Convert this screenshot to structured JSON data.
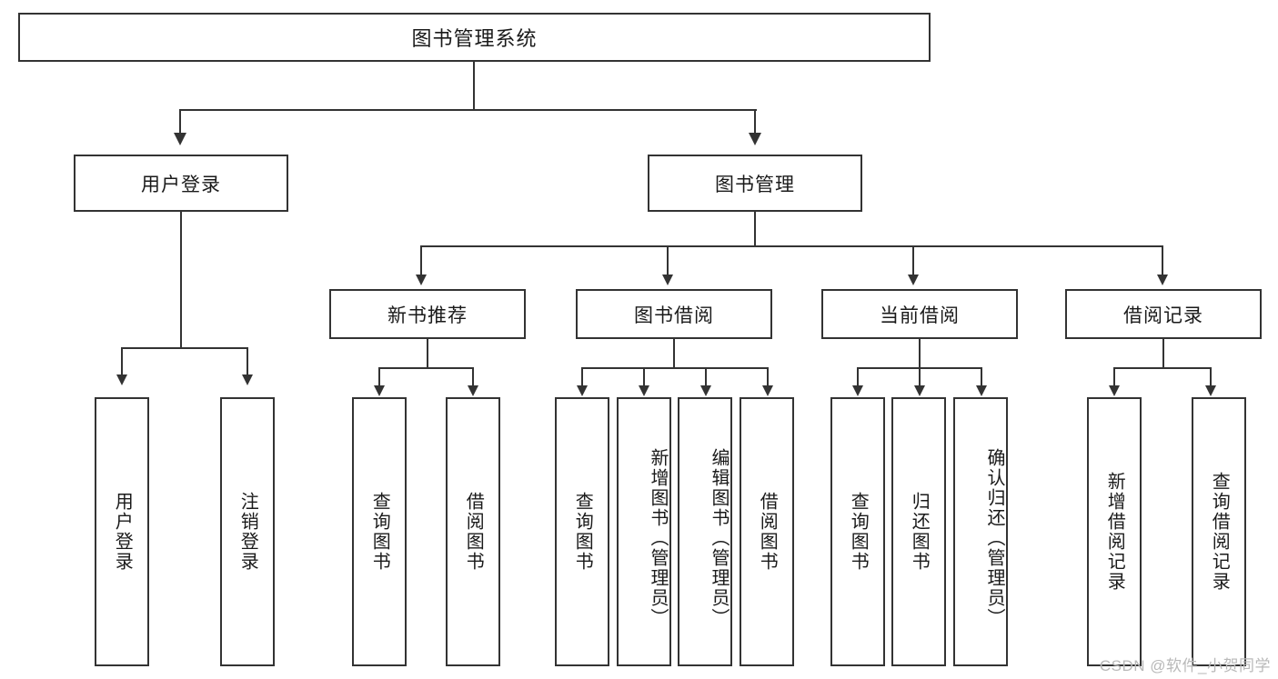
{
  "diagram": {
    "title": "图书管理系统",
    "type": "tree-hierarchy-chart",
    "watermark": "CSDN @软件_小贺同学",
    "colors": {
      "stroke": "#333333",
      "fill": "#ffffff",
      "text": "#1a1a1a",
      "watermark": "#b9b9b9"
    },
    "nodes": {
      "root": {
        "label": "图书管理系统"
      },
      "level2": [
        {
          "id": "user-login",
          "label": "用户登录"
        },
        {
          "id": "book-manage",
          "label": "图书管理"
        }
      ],
      "level3": [
        {
          "id": "new-book-recommend",
          "label": "新书推荐"
        },
        {
          "id": "book-borrow",
          "label": "图书借阅"
        },
        {
          "id": "current-borrow",
          "label": "当前借阅"
        },
        {
          "id": "borrow-record",
          "label": "借阅记录"
        }
      ],
      "leaves": {
        "user-login": [
          {
            "id": "leaf-user-login",
            "label": "用户登录"
          },
          {
            "id": "leaf-user-logout",
            "label": "注销登录"
          }
        ],
        "new-book-recommend": [
          {
            "id": "leaf-query-book-1",
            "label": "查询图书"
          },
          {
            "id": "leaf-borrow-book-1",
            "label": "借阅图书"
          }
        ],
        "book-borrow": [
          {
            "id": "leaf-query-book-2",
            "label": "查询图书"
          },
          {
            "id": "leaf-add-book",
            "label": "新增图书（管理员）"
          },
          {
            "id": "leaf-edit-book",
            "label": "编辑图书（管理员）"
          },
          {
            "id": "leaf-borrow-book-2",
            "label": "借阅图书"
          }
        ],
        "current-borrow": [
          {
            "id": "leaf-query-book-3",
            "label": "查询图书"
          },
          {
            "id": "leaf-return-book",
            "label": "归还图书"
          },
          {
            "id": "leaf-confirm-return",
            "label": "确认归还（管理员）"
          }
        ],
        "borrow-record": [
          {
            "id": "leaf-add-record",
            "label": "新增借阅记录"
          },
          {
            "id": "leaf-query-record",
            "label": "查询借阅记录"
          }
        ]
      }
    }
  }
}
